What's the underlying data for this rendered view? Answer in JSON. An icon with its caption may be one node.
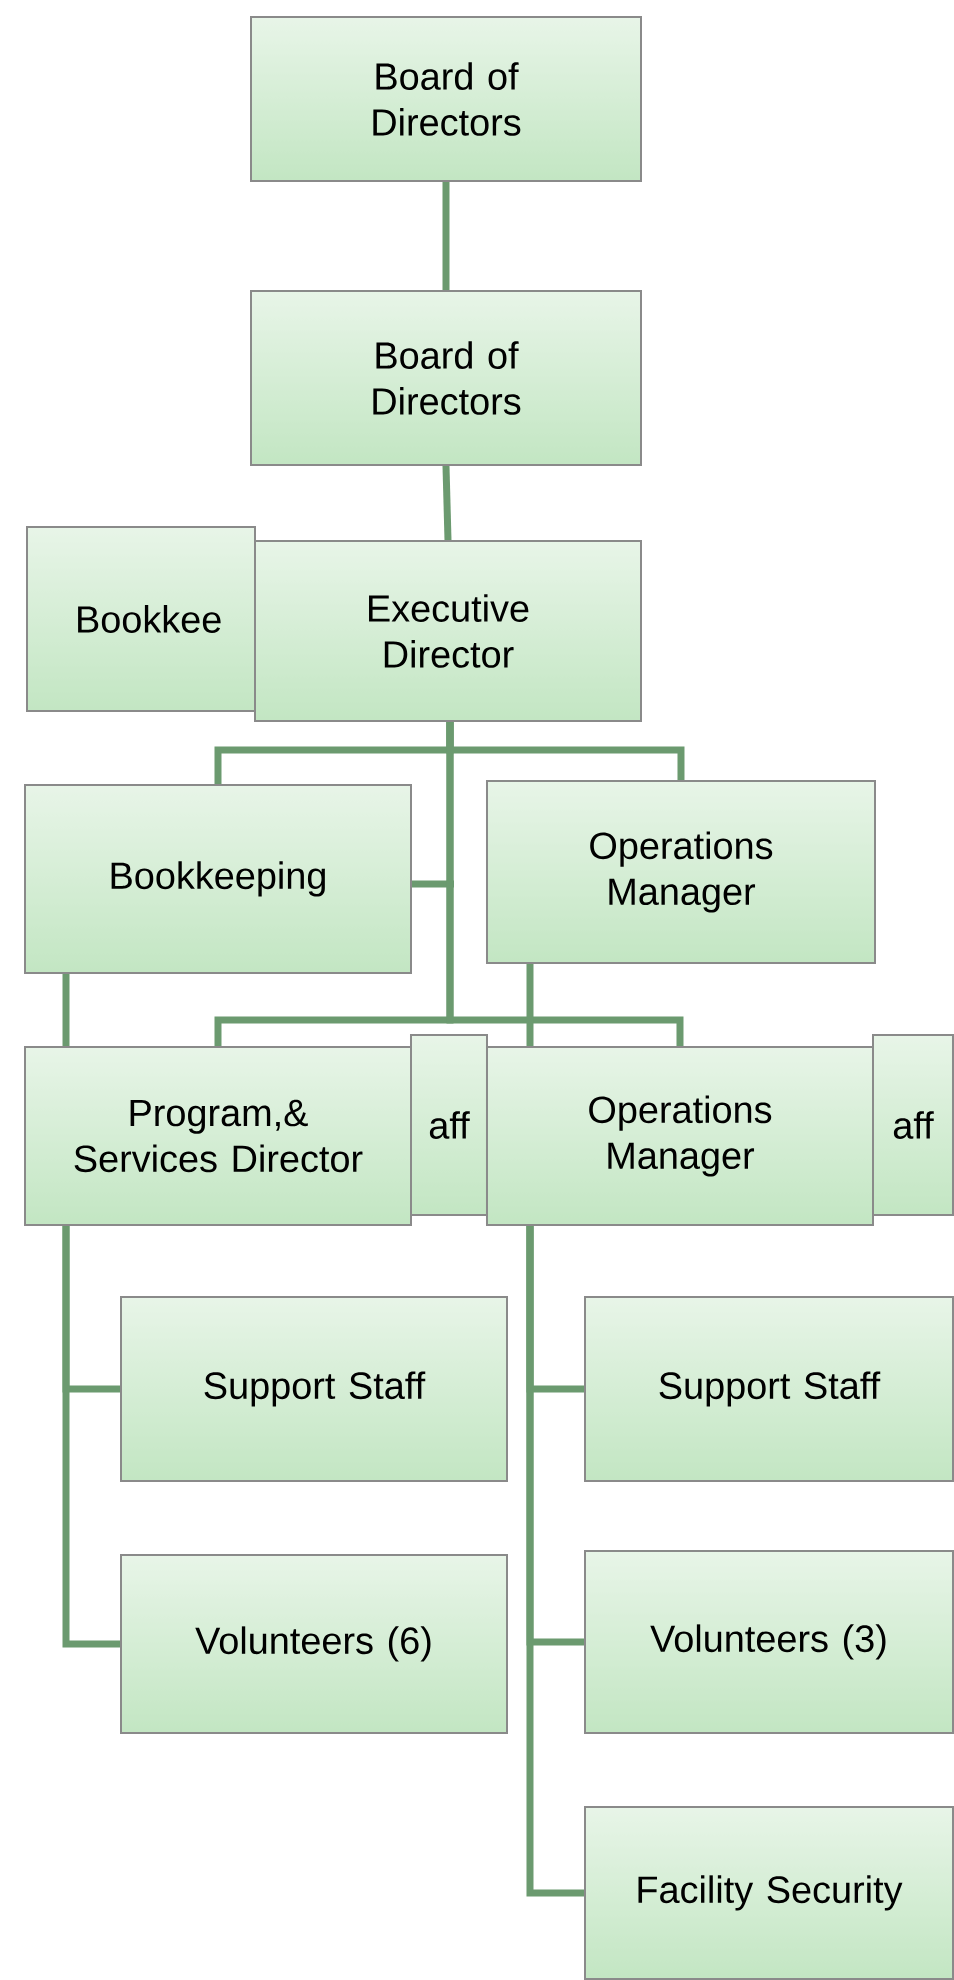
{
  "diagram": {
    "nodes": [
      {
        "text": [
          "Board of Directors"
        ]
      },
      {
        "text": [
          "Board of Directors"
        ]
      },
      {
        "text": [
          "Bookkee"
        ]
      },
      {
        "text": [
          "Executive Director"
        ]
      },
      {
        "text": [
          "Bookkeeping"
        ]
      },
      {
        "text": [
          "Operations Manager"
        ]
      },
      {
        "text": [
          "aff"
        ]
      },
      {
        "text": [
          "Program,& Services Director"
        ]
      },
      {
        "text": [
          "aff"
        ]
      },
      {
        "text": [
          "Operations Manager"
        ]
      },
      {
        "text": [
          "Support Staff"
        ]
      },
      {
        "text": [
          "Volunteers (6)"
        ]
      },
      {
        "text": [
          "Support Staff"
        ]
      },
      {
        "text": [
          "Volunteers (3)"
        ]
      },
      {
        "text": [
          "Facility Security"
        ]
      }
    ],
    "edges": [
      {
        "from": 0,
        "to": 1,
        "arrow": "none"
      },
      {
        "from": 1,
        "to": 3,
        "arrow": "none"
      },
      {
        "from": 3,
        "to": 4,
        "arrow": "none"
      },
      {
        "from": 3,
        "to": 5,
        "arrow": "none"
      },
      {
        "from": 3,
        "to": 7,
        "arrow": "none"
      },
      {
        "from": 3,
        "to": 9,
        "arrow": "none"
      },
      {
        "from": 4,
        "to": 7,
        "arrow": "none"
      },
      {
        "from": 5,
        "to": 9,
        "arrow": "none"
      },
      {
        "from": 7,
        "to": 10,
        "arrow": "none"
      },
      {
        "from": 7,
        "to": 11,
        "arrow": "none"
      },
      {
        "from": 9,
        "to": 12,
        "arrow": "none"
      },
      {
        "from": 9,
        "to": 13,
        "arrow": "none"
      },
      {
        "from": 9,
        "to": 14,
        "arrow": "none"
      }
    ]
  }
}
